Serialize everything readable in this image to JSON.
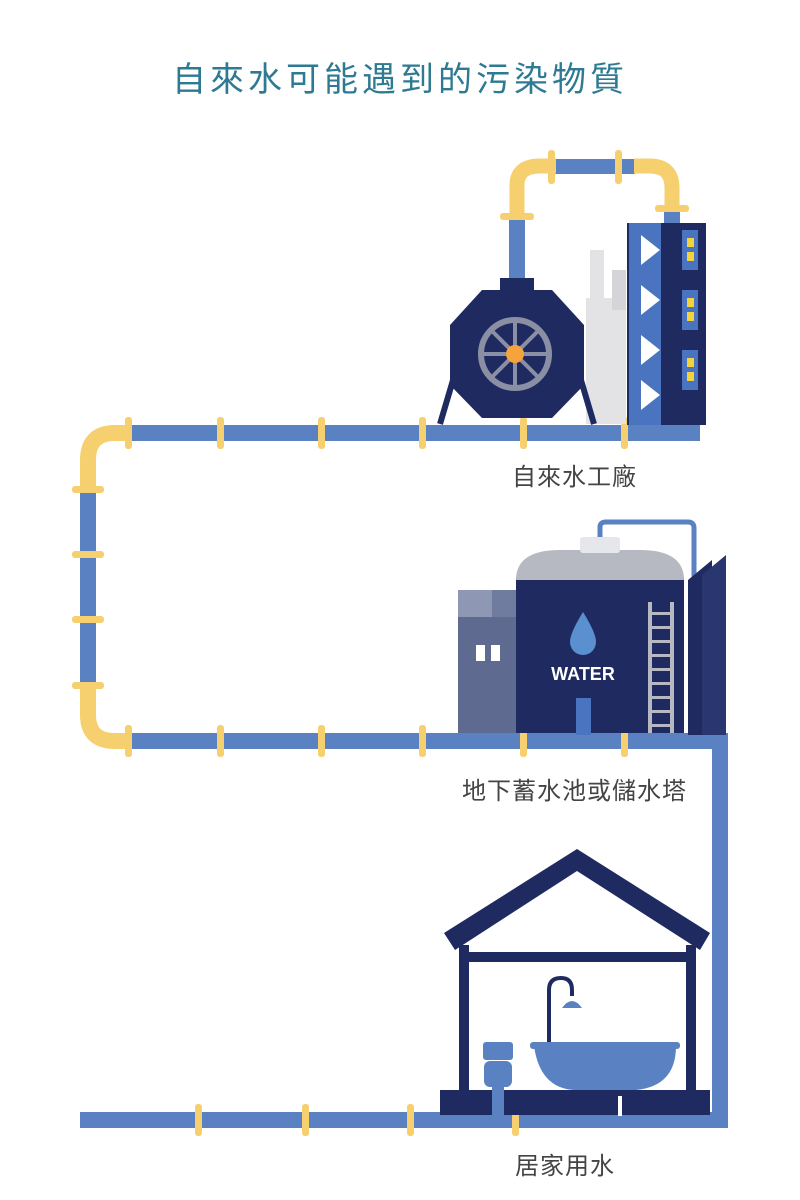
{
  "title": "自來水可能遇到的污染物質",
  "stages": {
    "plant": "自來水工廠",
    "tower": "地下蓄水池或儲水塔",
    "home": "居家用水"
  },
  "tank_label": "WATER",
  "colors": {
    "title": "#2e7a92",
    "pipe": "#5a82c2",
    "pipe_bend": "#f6cf6e",
    "navy": "#1f2b60",
    "label": "#444444"
  }
}
